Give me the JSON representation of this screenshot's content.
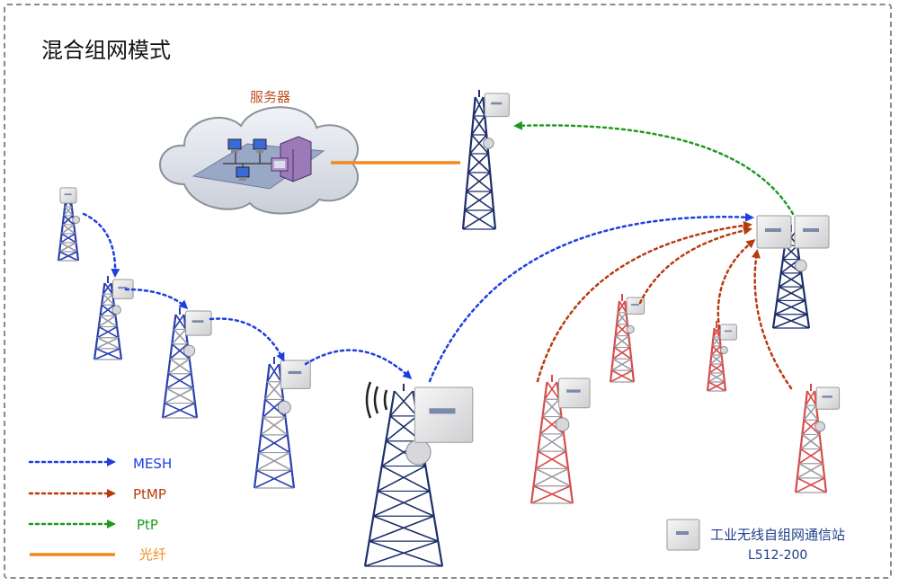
{
  "title": "混合组网模式",
  "server_label": "服务器",
  "legend": [
    {
      "label": "MESH",
      "color": "#1e3fe0",
      "style": "dotted-arrow"
    },
    {
      "label": "PtMP",
      "color": "#b83a10",
      "style": "dotted-arrow"
    },
    {
      "label": "PtP",
      "color": "#1e9a1e",
      "style": "dotted-arrow"
    },
    {
      "label": "光纤",
      "color": "#f08a1e",
      "style": "solid"
    }
  ],
  "station": {
    "name": "工业无线自组网通信站",
    "model": "L512-200"
  },
  "colors": {
    "mesh": "#1e3fe0",
    "ptmp": "#b83a10",
    "ptp": "#1e9a1e",
    "fiber": "#f08a1e",
    "tower_blue": "#2a3fb0",
    "tower_red": "#d84a4a",
    "tower_gray": "#9a9aa2",
    "tower_navy": "#1c2f6a"
  }
}
